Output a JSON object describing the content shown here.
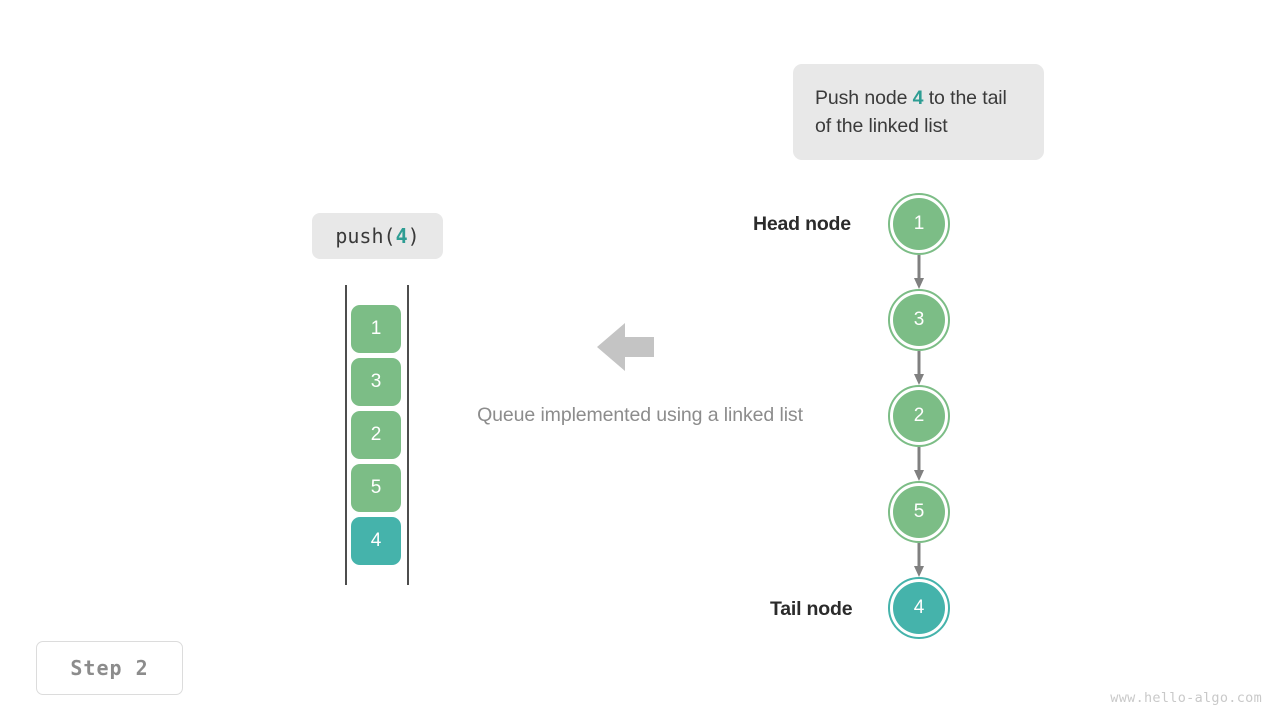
{
  "callout": {
    "text_before": "Push node ",
    "accent": "4",
    "text_after": " to the tail of the linked list"
  },
  "operation": {
    "prefix": "push(",
    "argument": "4",
    "suffix": ")"
  },
  "array": {
    "cells": [
      {
        "value": "1",
        "state": "normal"
      },
      {
        "value": "3",
        "state": "normal"
      },
      {
        "value": "2",
        "state": "normal"
      },
      {
        "value": "5",
        "state": "normal"
      },
      {
        "value": "4",
        "state": "highlight"
      }
    ]
  },
  "center": {
    "arrow_icon": "arrow-left-icon",
    "caption": "Queue implemented using a linked list"
  },
  "linked_list": {
    "head_label": "Head node",
    "tail_label": "Tail node",
    "nodes": [
      {
        "value": "1",
        "state": "normal"
      },
      {
        "value": "3",
        "state": "normal"
      },
      {
        "value": "2",
        "state": "normal"
      },
      {
        "value": "5",
        "state": "normal"
      },
      {
        "value": "4",
        "state": "highlight"
      }
    ]
  },
  "step": {
    "label": "Step 2"
  },
  "watermark": {
    "text": "www.hello-algo.com"
  },
  "colors": {
    "normal": "#7cbd86",
    "highlight": "#45b3ab",
    "accent_text": "#2e9d93",
    "box_bg": "#e8e8e8",
    "connector": "#808080",
    "rail": "#4d4d4d",
    "caption": "#8c8c8c"
  }
}
